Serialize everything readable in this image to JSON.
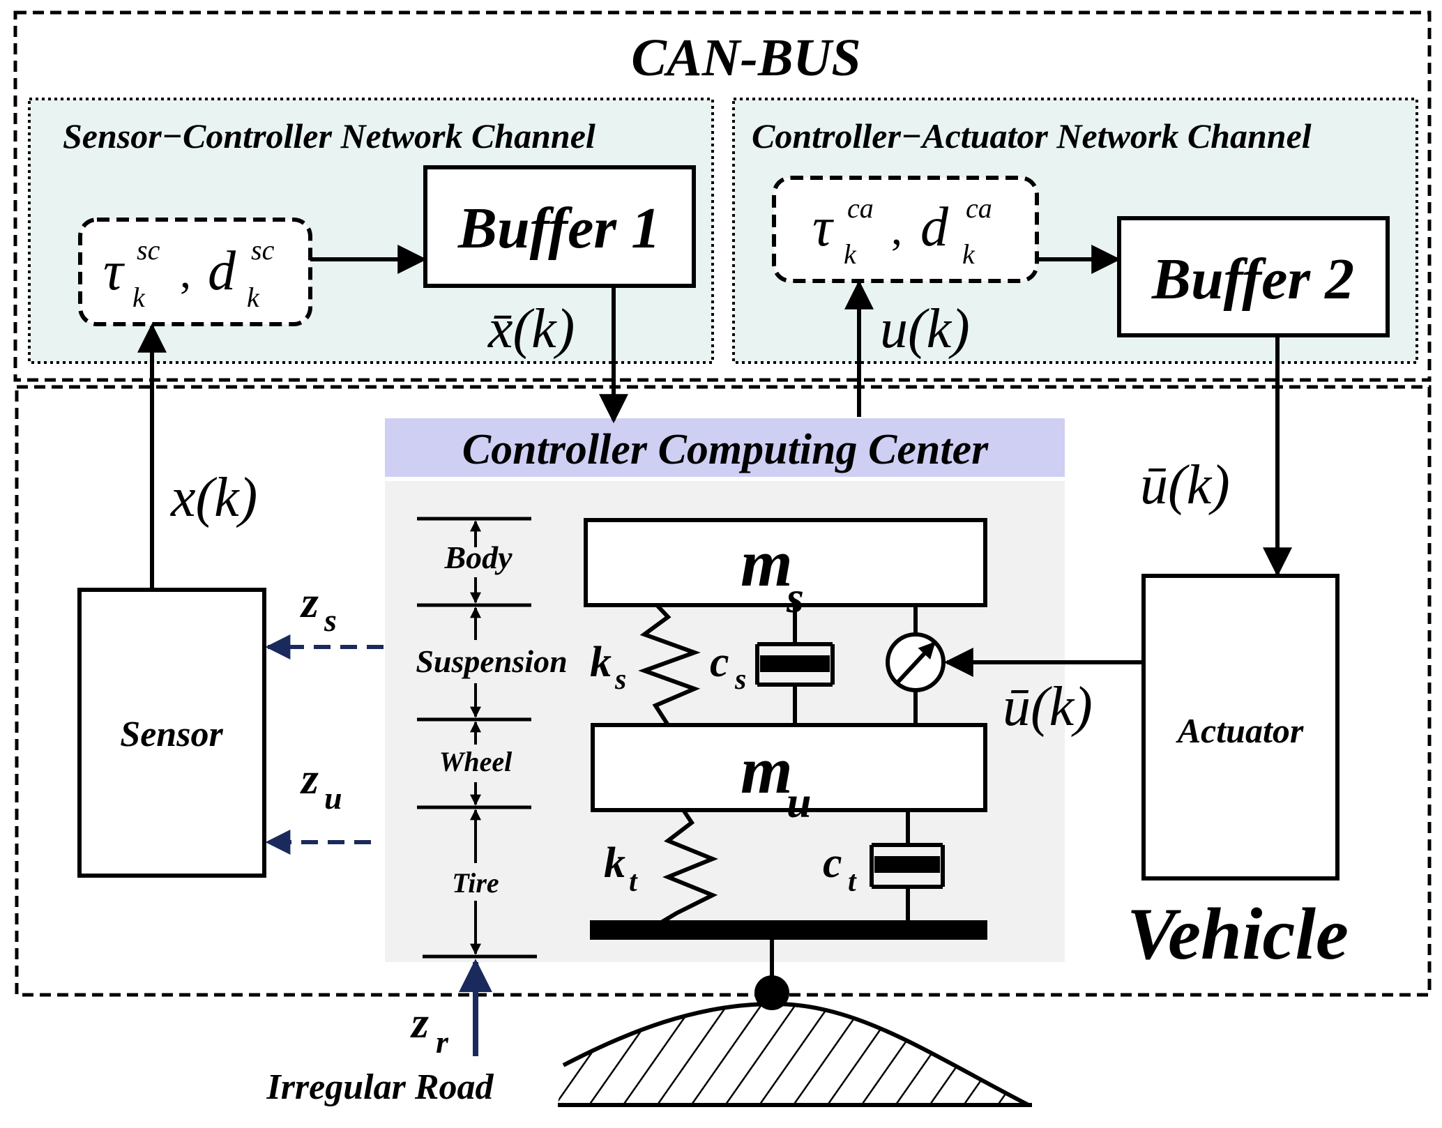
{
  "title": "CAN-BUS",
  "channels": {
    "sensor_controller": {
      "label": "Sensor−Controller Network Channel",
      "delay": {
        "tau": "τ",
        "sub": "k",
        "sup": "sc",
        "d": "d"
      },
      "buffer_label": "Buffer 1",
      "output_signal": "x̄(k)"
    },
    "controller_actuator": {
      "label": "Controller−Actuator Network Channel",
      "delay": {
        "tau": "τ",
        "sub": "k",
        "sup": "ca",
        "d": "d"
      },
      "buffer_label": "Buffer 2",
      "input_signal": "u(k)"
    }
  },
  "controller": {
    "label": "Controller Computing Center"
  },
  "sensor": {
    "label": "Sensor",
    "signal_out": "x(k)"
  },
  "actuator": {
    "label": "Actuator",
    "signal_in": "ū(k)",
    "force_signal": "ū(k)"
  },
  "quarter_car": {
    "sprung_mass": {
      "base": "m",
      "sub": "s"
    },
    "unsprung_mass": {
      "base": "m",
      "sub": "u"
    },
    "ks": {
      "base": "k",
      "sub": "s"
    },
    "cs": {
      "base": "c",
      "sub": "s"
    },
    "kt": {
      "base": "k",
      "sub": "t"
    },
    "ct": {
      "base": "c",
      "sub": "t"
    },
    "zs": {
      "base": "z",
      "sub": "s"
    },
    "zu": {
      "base": "z",
      "sub": "u"
    },
    "zr": {
      "base": "z",
      "sub": "r"
    },
    "regions": [
      "Body",
      "Suspension",
      "Wheel",
      "Tire"
    ]
  },
  "vehicle_label": "Vehicle",
  "road_label": "Irregular Road",
  "colors": {
    "panel_bg": "#e8f3f2",
    "controller_header": "#cfcff4",
    "controller_body": "#f1f1f1",
    "sensor_arrow": "#1b2a5c"
  }
}
